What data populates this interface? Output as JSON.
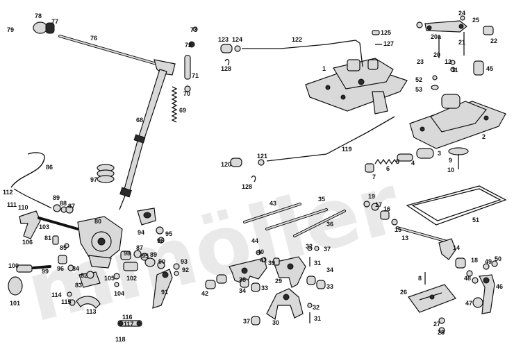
{
  "watermark": "mmöller",
  "labels": {
    "l1": "1",
    "l2": "2",
    "l3": "3",
    "l4": "4",
    "l5": "5",
    "l6": "6",
    "l7": "7",
    "l8": "8",
    "l9": "9",
    "l10": "10",
    "l11": "11",
    "l12": "12",
    "l13": "13",
    "l14": "14",
    "l15": "15",
    "l16": "16",
    "l17": "17",
    "l18": "18",
    "l19": "19",
    "l20": "20",
    "l20a": "20a",
    "l21": "21",
    "l22": "22",
    "l23": "23",
    "l24": "24",
    "l25": "25",
    "l26": "26",
    "l27": "27",
    "l28": "28",
    "l29": "29",
    "l30": "30",
    "l31": "31",
    "l32": "32",
    "l33": "33",
    "l34": "34",
    "l35": "35",
    "l36": "36",
    "l37": "37",
    "l38": "38",
    "l39": "39",
    "l40": "40",
    "l41": "41",
    "l42": "42",
    "l43": "43",
    "l44": "44",
    "l45": "45",
    "l46": "46",
    "l47": "47",
    "l48": "48",
    "l49": "49",
    "l50": "50",
    "l51": "51",
    "l52": "52",
    "l53": "53",
    "l68": "68",
    "l69": "69",
    "l70": "70",
    "l71": "71",
    "l72": "72",
    "l73": "73",
    "l76": "76",
    "l77": "77",
    "l78": "78",
    "l79": "79",
    "l80": "80",
    "l81": "81",
    "l82": "82",
    "l83": "83",
    "l84": "84",
    "l85": "85",
    "l86": "86",
    "l87": "87",
    "l88": "88",
    "l89": "89",
    "l90": "90",
    "l91": "91",
    "l92": "92",
    "l93": "93",
    "l94": "94",
    "l95": "95",
    "l96": "96",
    "l97": "97",
    "l98": "98",
    "l99": "99",
    "l100": "100",
    "l101": "101",
    "l102": "102",
    "l103": "103",
    "l104": "104",
    "l105": "105",
    "l106": "106",
    "l110": "110",
    "l111": "111",
    "l112": "112",
    "l113": "113",
    "l114": "114",
    "l115": "115",
    "l116": "116",
    "l117": "117",
    "l118": "118",
    "l119": "119",
    "l120": "120",
    "l121": "121",
    "l122": "122",
    "l123": "123",
    "l124": "124",
    "l125": "125",
    "l127": "127",
    "l128a": "128",
    "l128b": "128"
  }
}
